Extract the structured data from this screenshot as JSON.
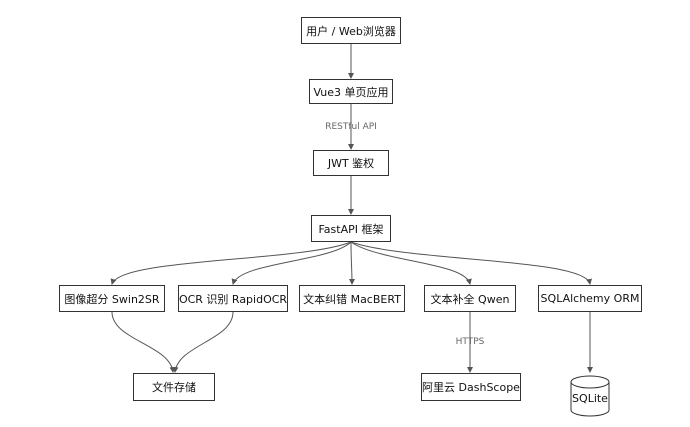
{
  "nodes": {
    "user": "用户 / Web浏览器",
    "vue": "Vue3 单页应用",
    "jwt": "JWT 鉴权",
    "fastapi": "FastAPI 框架",
    "swin": "图像超分 Swin2SR",
    "ocr": "OCR 识别 RapidOCR",
    "macbert": "文本纠错 MacBERT",
    "qwen": "文本补全 Qwen",
    "sqlalchemy": "SQLAlchemy ORM",
    "storage": "文件存储",
    "dashscope": "阿里云 DashScope",
    "sqlite": "SQLite"
  },
  "edge_labels": {
    "restful": "RESTful API",
    "https": "HTTPS"
  },
  "colors": {
    "line": "#555555",
    "border": "#333333"
  }
}
